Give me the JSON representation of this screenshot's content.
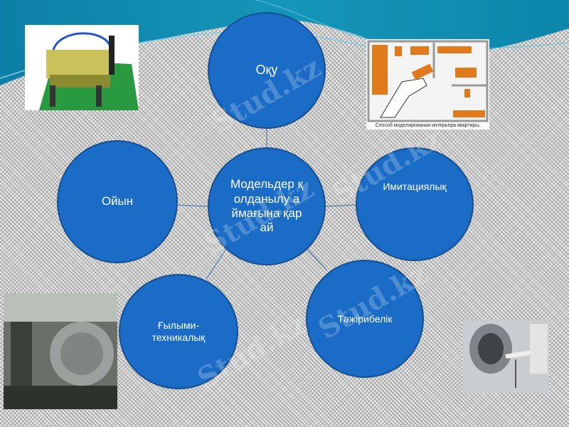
{
  "diagram": {
    "center": "Модельдер қолданылу аймағына қарай",
    "nodes": [
      {
        "label": "Оқу"
      },
      {
        "label": "Имитациялық"
      },
      {
        "label": "Тәжірибелік"
      },
      {
        "label": "Ғылыми-техникалық"
      },
      {
        "label": "Ойын"
      }
    ]
  },
  "images": {
    "floor_plan_caption": "Способ моделирования интерьера квартиры."
  },
  "watermark": "Stud.kz",
  "colors": {
    "circle": "#1a6cc6",
    "circle_border": "#154f8f",
    "wave": "#0f8fb0"
  }
}
